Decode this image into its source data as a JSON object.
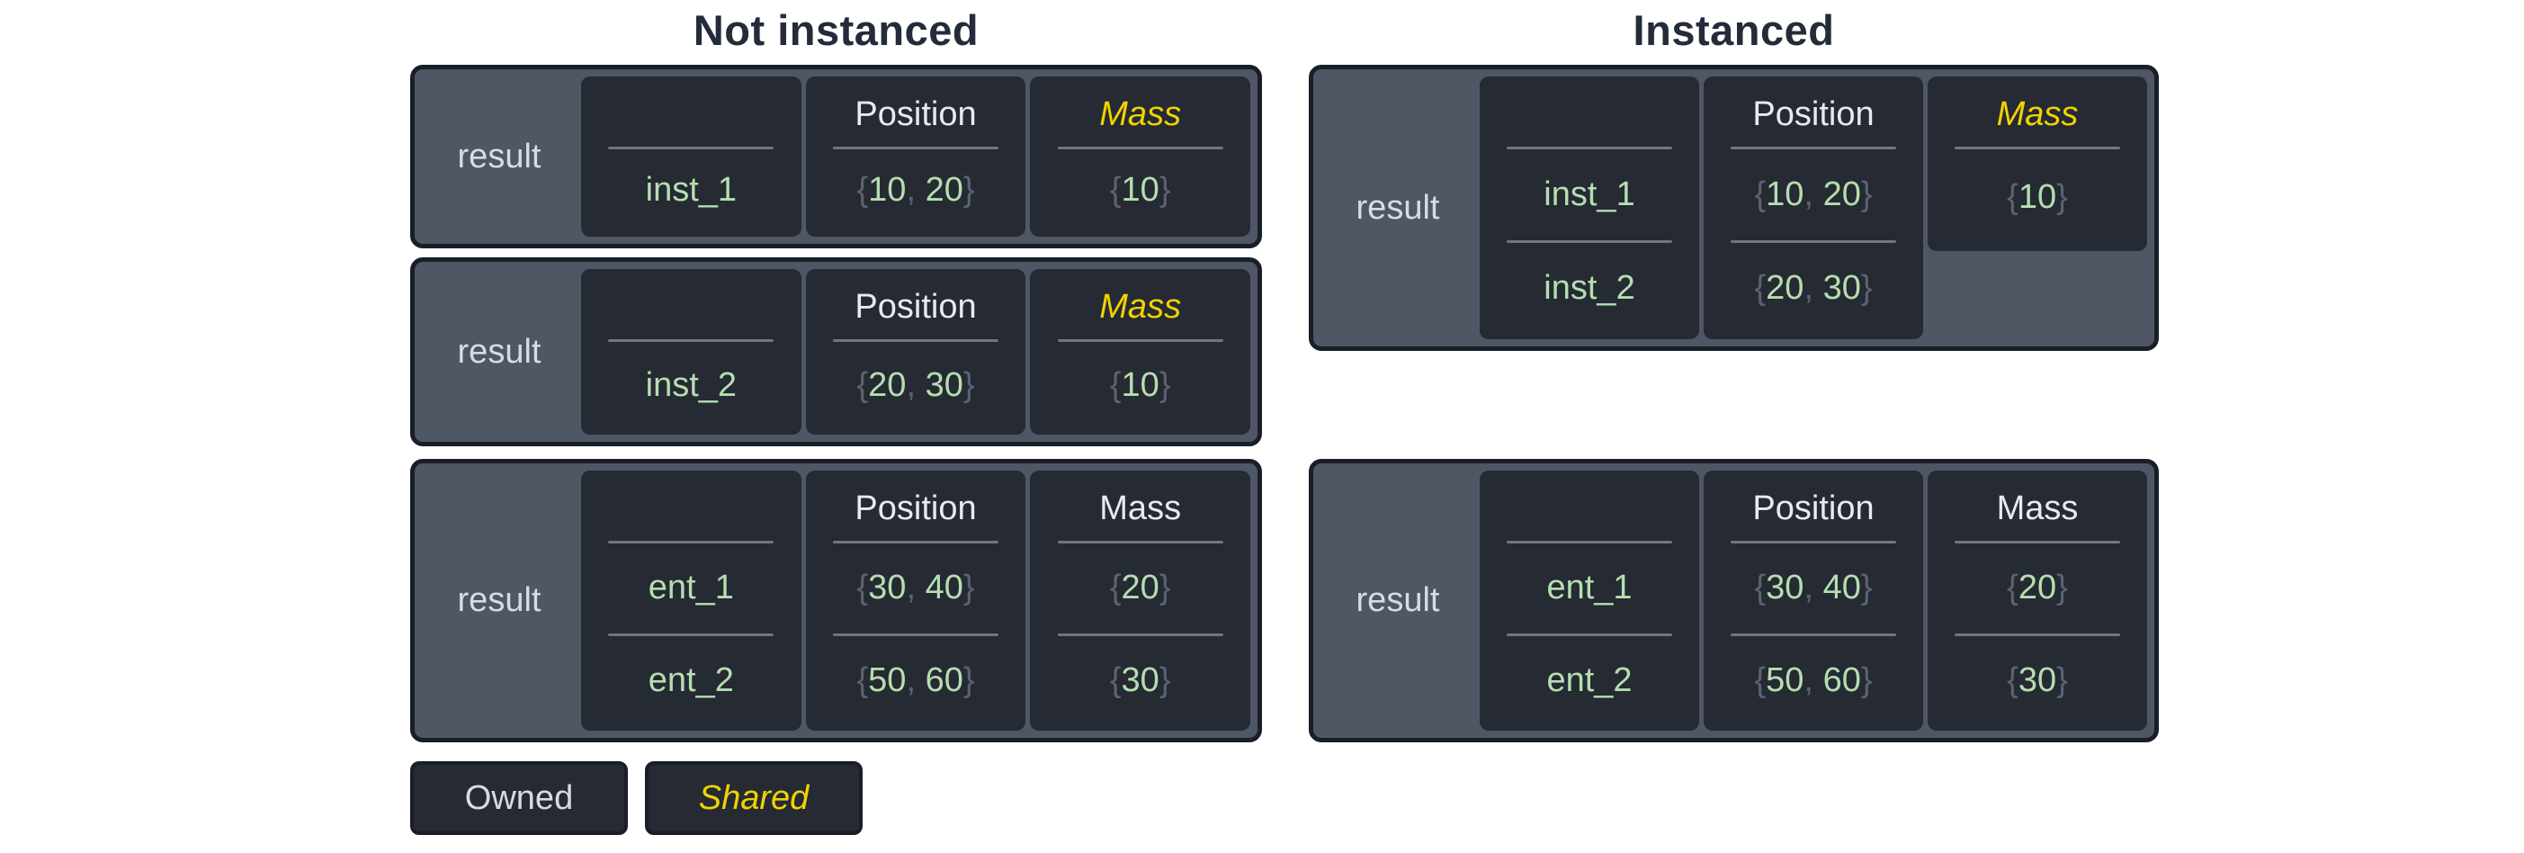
{
  "titles": {
    "left": "Not instanced",
    "right": "Instanced"
  },
  "colors": {
    "page_background": "#ffffff",
    "box_border": "#191e28",
    "box_background": "#4f5664",
    "cell_background": "#252a33",
    "divider": "#6e7584",
    "label_text": "#d8dce2",
    "header_text": "#e7eaee",
    "value_green": "#b5deb0",
    "brace_gray": "#5b6270",
    "shared_yellow": "#f1d302",
    "title_text": "#242b3a"
  },
  "boxes": {
    "l1": {
      "label": "result",
      "entity": {
        "header": "",
        "rows": [
          "inst_1"
        ]
      },
      "position": {
        "header": "Position",
        "rows": [
          {
            "o": "{",
            "a": "10",
            "s": ", ",
            "b": "20",
            "c": "}"
          }
        ]
      },
      "mass": {
        "header": "Mass",
        "shared": true,
        "rows": [
          {
            "o": "{",
            "a": "10",
            "c": "}"
          }
        ]
      }
    },
    "l2": {
      "label": "result",
      "entity": {
        "header": "",
        "rows": [
          "inst_2"
        ]
      },
      "position": {
        "header": "Position",
        "rows": [
          {
            "o": "{",
            "a": "20",
            "s": ", ",
            "b": "30",
            "c": "}"
          }
        ]
      },
      "mass": {
        "header": "Mass",
        "shared": true,
        "rows": [
          {
            "o": "{",
            "a": "10",
            "c": "}"
          }
        ]
      }
    },
    "l3": {
      "label": "result",
      "entity": {
        "header": "",
        "rows": [
          "ent_1",
          "ent_2"
        ]
      },
      "position": {
        "header": "Position",
        "rows": [
          {
            "o": "{",
            "a": "30",
            "s": ", ",
            "b": "40",
            "c": "}"
          },
          {
            "o": "{",
            "a": "50",
            "s": ", ",
            "b": "60",
            "c": "}"
          }
        ]
      },
      "mass": {
        "header": "Mass",
        "shared": false,
        "rows": [
          {
            "o": "{",
            "a": "20",
            "c": "}"
          },
          {
            "o": "{",
            "a": "30",
            "c": "}"
          }
        ]
      }
    },
    "r1": {
      "label": "result",
      "entity": {
        "header": "",
        "rows": [
          "inst_1",
          "inst_2"
        ]
      },
      "position": {
        "header": "Position",
        "rows": [
          {
            "o": "{",
            "a": "10",
            "s": ", ",
            "b": "20",
            "c": "}"
          },
          {
            "o": "{",
            "a": "20",
            "s": ", ",
            "b": "30",
            "c": "}"
          }
        ]
      },
      "mass": {
        "header": "Mass",
        "shared": true,
        "rows": [
          {
            "o": "{",
            "a": "10",
            "c": "}"
          }
        ]
      }
    },
    "r2": {
      "label": "result",
      "entity": {
        "header": "",
        "rows": [
          "ent_1",
          "ent_2"
        ]
      },
      "position": {
        "header": "Position",
        "rows": [
          {
            "o": "{",
            "a": "30",
            "s": ", ",
            "b": "40",
            "c": "}"
          },
          {
            "o": "{",
            "a": "50",
            "s": ", ",
            "b": "60",
            "c": "}"
          }
        ]
      },
      "mass": {
        "header": "Mass",
        "shared": false,
        "rows": [
          {
            "o": "{",
            "a": "20",
            "c": "}"
          },
          {
            "o": "{",
            "a": "30",
            "c": "}"
          }
        ]
      }
    }
  },
  "legend": {
    "owned": "Owned",
    "shared": "Shared"
  }
}
